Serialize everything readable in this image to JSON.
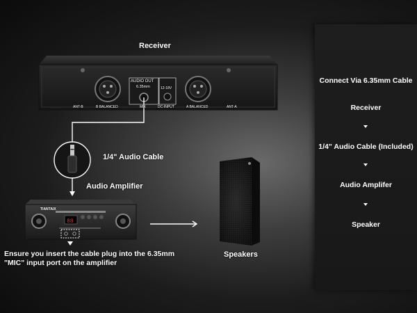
{
  "diagram": {
    "receiver_title": "Receiver",
    "receiver": {
      "audio_out_label": "AUDIO OUT",
      "audio_out_size": "6.35mm",
      "dc_input_voltage": "12-18V",
      "dc_input_label": "DC-INPUT",
      "balanced_b": "B BALANCED",
      "balanced_a": "A BALANCED",
      "mix_label": "MIX",
      "ant_b": "ANT-B",
      "ant_a": "ANT-A"
    },
    "cable_label": "1/4\" Audio Cable",
    "amplifier_label": "Audio Amplifier",
    "amplifier_brand": "TIANTAIX",
    "speakers_label": "Speakers",
    "note": "Ensure you insert the cable plug into the 6.35mm \"MIC\" input port on the amplifier"
  },
  "steps_panel": {
    "heading": "Connect Via 6.35mm Cable",
    "steps": [
      "Receiver",
      "1/4\" Audio Cable (Included)",
      "Audio Amplifer",
      "Speaker"
    ]
  },
  "colors": {
    "panel_bg": "#1c1c1c",
    "text": "#ffffff",
    "device_body": "#2a2a2a"
  }
}
